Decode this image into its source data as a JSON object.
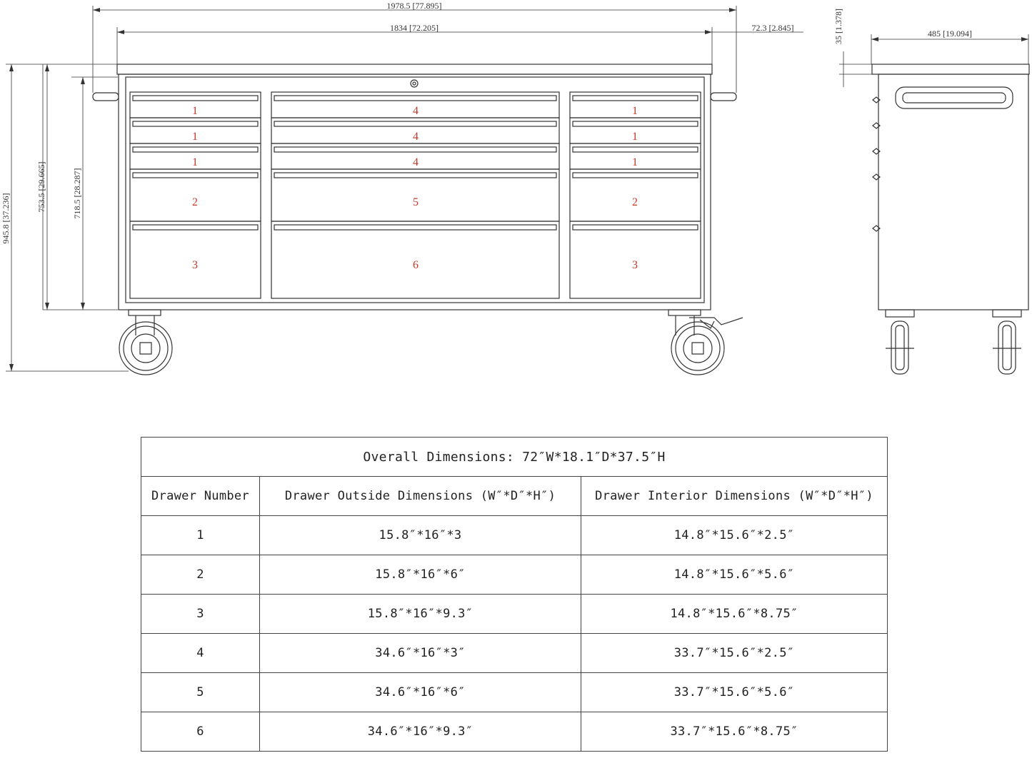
{
  "dimensions": {
    "overall_width": "1978.5 [77.895]",
    "body_width": "1834 [72.205]",
    "handle_width": "72.3 [2.845]",
    "total_height": "945.8 [37.236]",
    "top_height": "753.5 [29.665]",
    "body_height": "718.5 [28.287]",
    "side_depth": "485 [19.094]",
    "top_thickness": "35 [1.378]"
  },
  "drawer_labels": {
    "left": [
      "1",
      "1",
      "1",
      "2",
      "3"
    ],
    "center": [
      "4",
      "4",
      "4",
      "5",
      "6"
    ],
    "right": [
      "1",
      "1",
      "1",
      "2",
      "3"
    ]
  },
  "table": {
    "title": "Overall Dimensions: 72″W*18.1″D*37.5″H",
    "headers": [
      "Drawer Number",
      "Drawer Outside Dimensions (W″*D″*H″)",
      "Drawer Interior Dimensions (W″*D″*H″)"
    ],
    "rows": [
      [
        "1",
        "15.8″*16″*3",
        "14.8″*15.6″*2.5″"
      ],
      [
        "2",
        "15.8″*16″*6″",
        "14.8″*15.6″*5.6″"
      ],
      [
        "3",
        "15.8″*16″*9.3″",
        "14.8″*15.6″*8.75″"
      ],
      [
        "4",
        "34.6″*16″*3″",
        "33.7″*15.6″*2.5″"
      ],
      [
        "5",
        "34.6″*16″*6″",
        "33.7″*15.6″*5.6″"
      ],
      [
        "6",
        "34.6″*16″*9.3″",
        "33.7″*15.6″*8.75″"
      ]
    ]
  }
}
